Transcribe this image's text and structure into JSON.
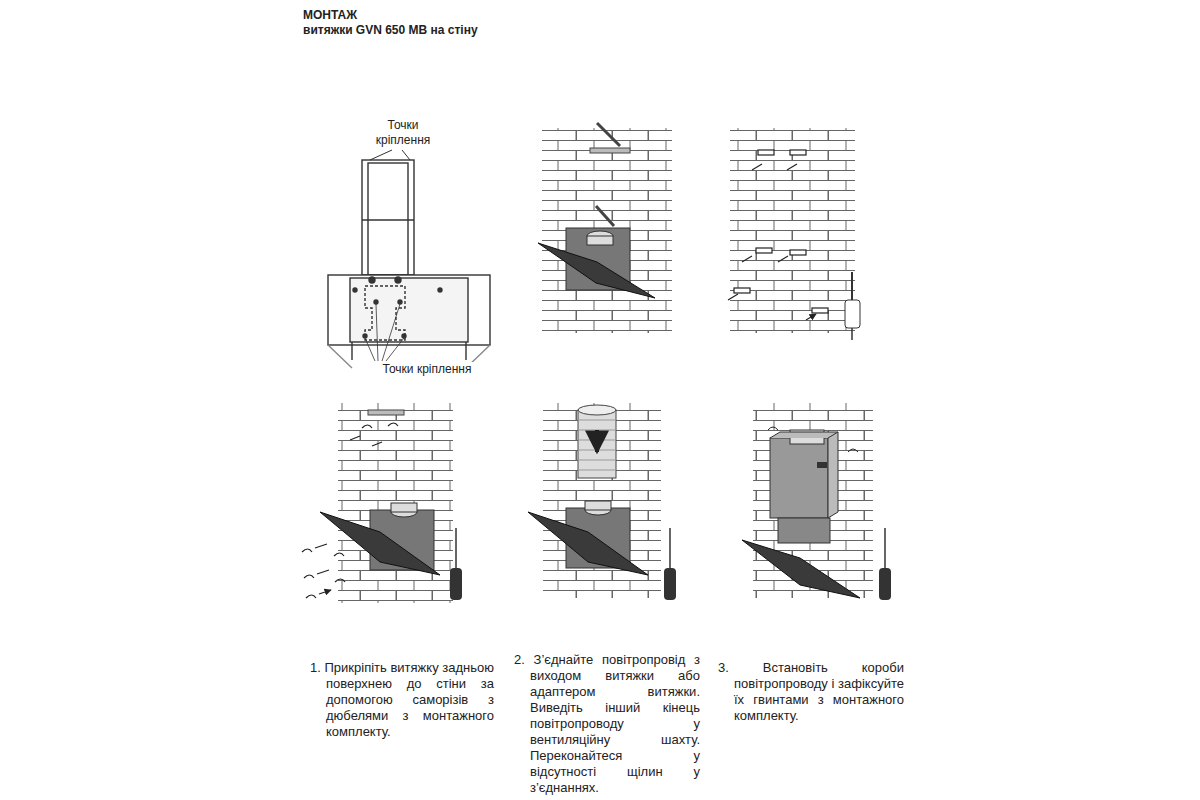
{
  "diagram": {
    "title": "МОНТАЖ",
    "labels": [
      "витяжки GVN 650 MB на стіну",
      "Точки кріплення",
      "Точки кріплення",
      "1. Прикріпіть витяжку задньою поверхнею до стіни за допомогою саморізів з дюбелями з монтажного комплекту.",
      "2. З’єднайте повітропровід з виходом витяжки або адаптером витяжки. Виведіть інший кінець повітропроводу у вентиляційну шахту. Переконайтеся у відсутності щілин у з’єднаннях.",
      "3. Встановіть короби повітропроводу і зафіксуйте їх гвинтами з монтажного комплекту."
    ]
  }
}
